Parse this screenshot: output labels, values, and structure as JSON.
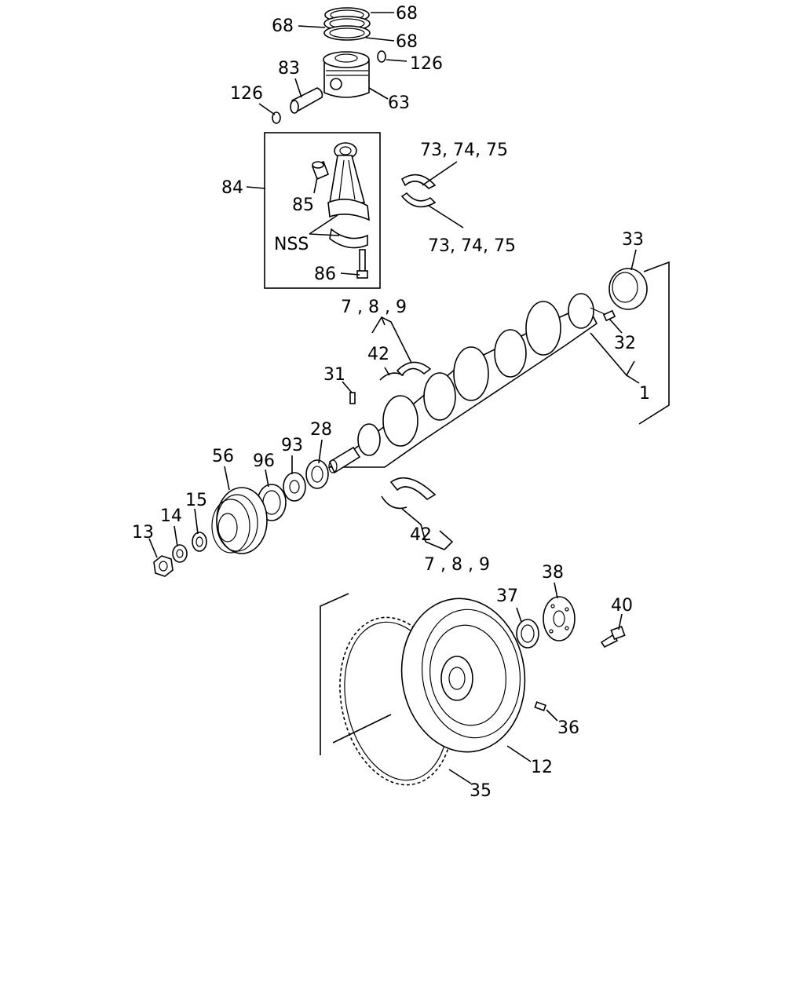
{
  "diagram": {
    "callouts": {
      "ring_a": "68",
      "ring_b": "68",
      "ring_c": "68",
      "snap_ring_right": "126",
      "piston_pin": "83",
      "snap_ring_left": "126",
      "piston": "63",
      "con_rod_assembly": "84",
      "con_rod_bushing": "85",
      "rod_cap": "NSS",
      "rod_bolt": "86",
      "rod_bearing_upper": "73, 74, 75",
      "rod_bearing_lower": "73, 74, 75",
      "rear_oil_seal": "33",
      "main_bearing_upper_set": "7 , 8 , 9",
      "thrust_washer_upper": "42",
      "dowel_rear": "32",
      "crankshaft": "1",
      "key": "31",
      "timing_gear": "28",
      "spacer": "93",
      "front_seal": "96",
      "pulley": "56",
      "collar": "15",
      "washer": "14",
      "nut": "13",
      "thrust_washer_lower": "42",
      "main_bearing_lower_set": "7 , 8 , 9",
      "pilot_bearing": "37",
      "flywheel_plate": "38",
      "flywheel_bolt": "40",
      "flywheel_dowel": "36",
      "flywheel": "12",
      "ring_gear": "35"
    }
  }
}
